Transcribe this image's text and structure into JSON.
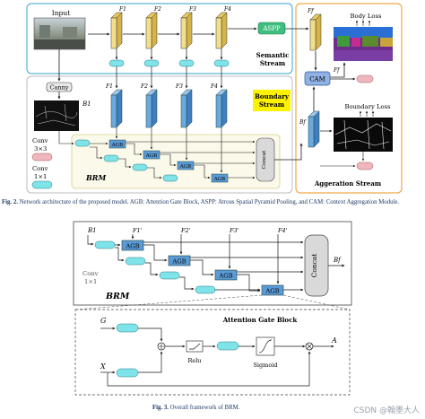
{
  "fig2": {
    "input_label": "Input",
    "canny_label": "Canny",
    "aspp_label": "ASPP",
    "semantic_stream_label": "Semantic Stream",
    "boundary_stream_label": "Boundary Stream",
    "cam_label": "CAM",
    "body_loss_label": "Body Loss",
    "boundary_loss_label": "Boundary Loss",
    "conv3_label": "Conv 3×3",
    "conv1_label": "Conv 1×1",
    "brm_label": "BRM",
    "agb_label": "AGB",
    "concat_label": "Concat",
    "aggregation_stream_label": "Aggeration Stream",
    "f_labels": [
      "F1",
      "F2",
      "F3",
      "F4"
    ],
    "f_top_labels": [
      "F1",
      "F2",
      "F3",
      "F4"
    ],
    "b1_label": "B1",
    "bf_label": "Bf",
    "ff_label": "Ff",
    "caption_num": "Fig. 2.",
    "caption_text": "Network architecture of the proposed model. AGB: Attention Gate Block, ASPP: Atrous Spatial Pyramid Pooling, and CAM: Context Aggregation Module."
  },
  "fig3": {
    "b1_label": "B1",
    "f_labels": [
      "F1'",
      "F2'",
      "F3'",
      "F4'"
    ],
    "agb_label": "AGB",
    "concat_label": "Concat",
    "bf_label": "Bf",
    "conv_label": "Conv 1×1",
    "brm_label": "BRM",
    "attention_gate_title": "Attention Gate Block",
    "g_label": "G",
    "x_label": "X",
    "a_label": "A",
    "relu_label": "Relu",
    "sigmoid_label": "Sigmoid",
    "caption_num": "Fig. 3.",
    "caption_text": "Overall framework of BRM."
  },
  "watermark": "CSDN @翰墨大人",
  "colors": {
    "semantic_box": "#5bb4d6",
    "boundary_box": "#c7c7c7",
    "aggregation_box": "#f0a94a",
    "feature_yellow": "#f3de8a",
    "feature_blue": "#6aa9dd",
    "pill_cyan": "#7fe3ea",
    "pill_pink": "#efb7bd",
    "agb_blue": "#5b9bd5",
    "aspp_green": "#3fbf7f",
    "highlight_yellow": "#fff200"
  }
}
